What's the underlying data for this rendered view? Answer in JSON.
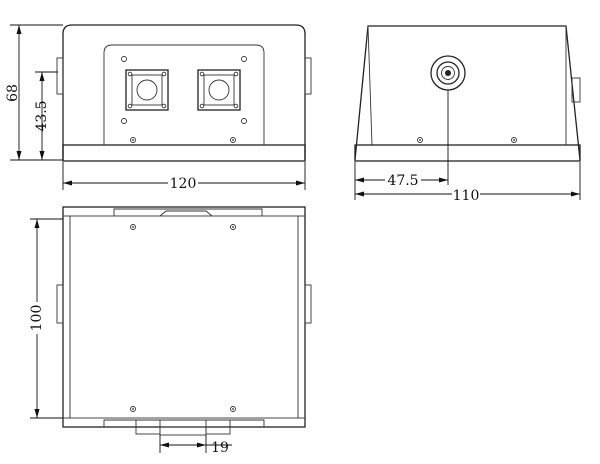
{
  "drawing": {
    "front_view": {
      "dim_height_total": "68",
      "dim_height_connector": "43.5",
      "dim_width": "120"
    },
    "side_view": {
      "dim_offset": "47.5",
      "dim_depth": "110"
    },
    "top_view": {
      "dim_length": "100",
      "dim_slot": "19"
    }
  }
}
